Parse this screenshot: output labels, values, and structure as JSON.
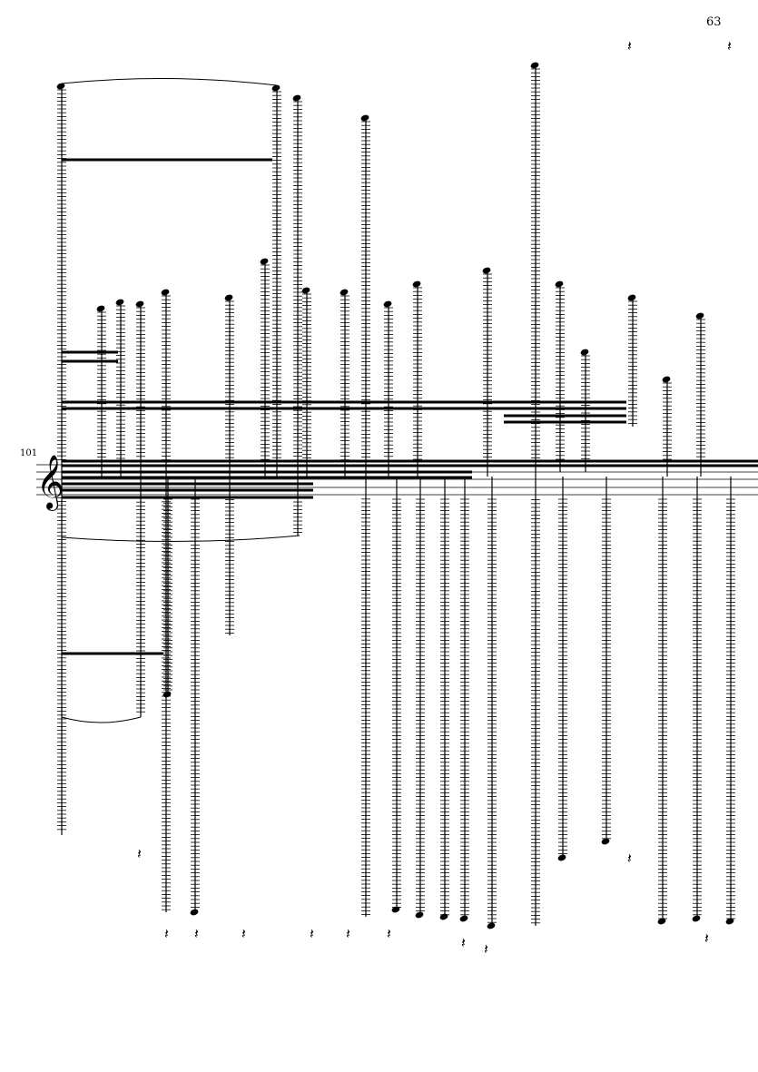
{
  "page": {
    "number": "63"
  },
  "system": {
    "measure_number": "101",
    "clef": "treble",
    "ink_color": "#000000"
  }
}
